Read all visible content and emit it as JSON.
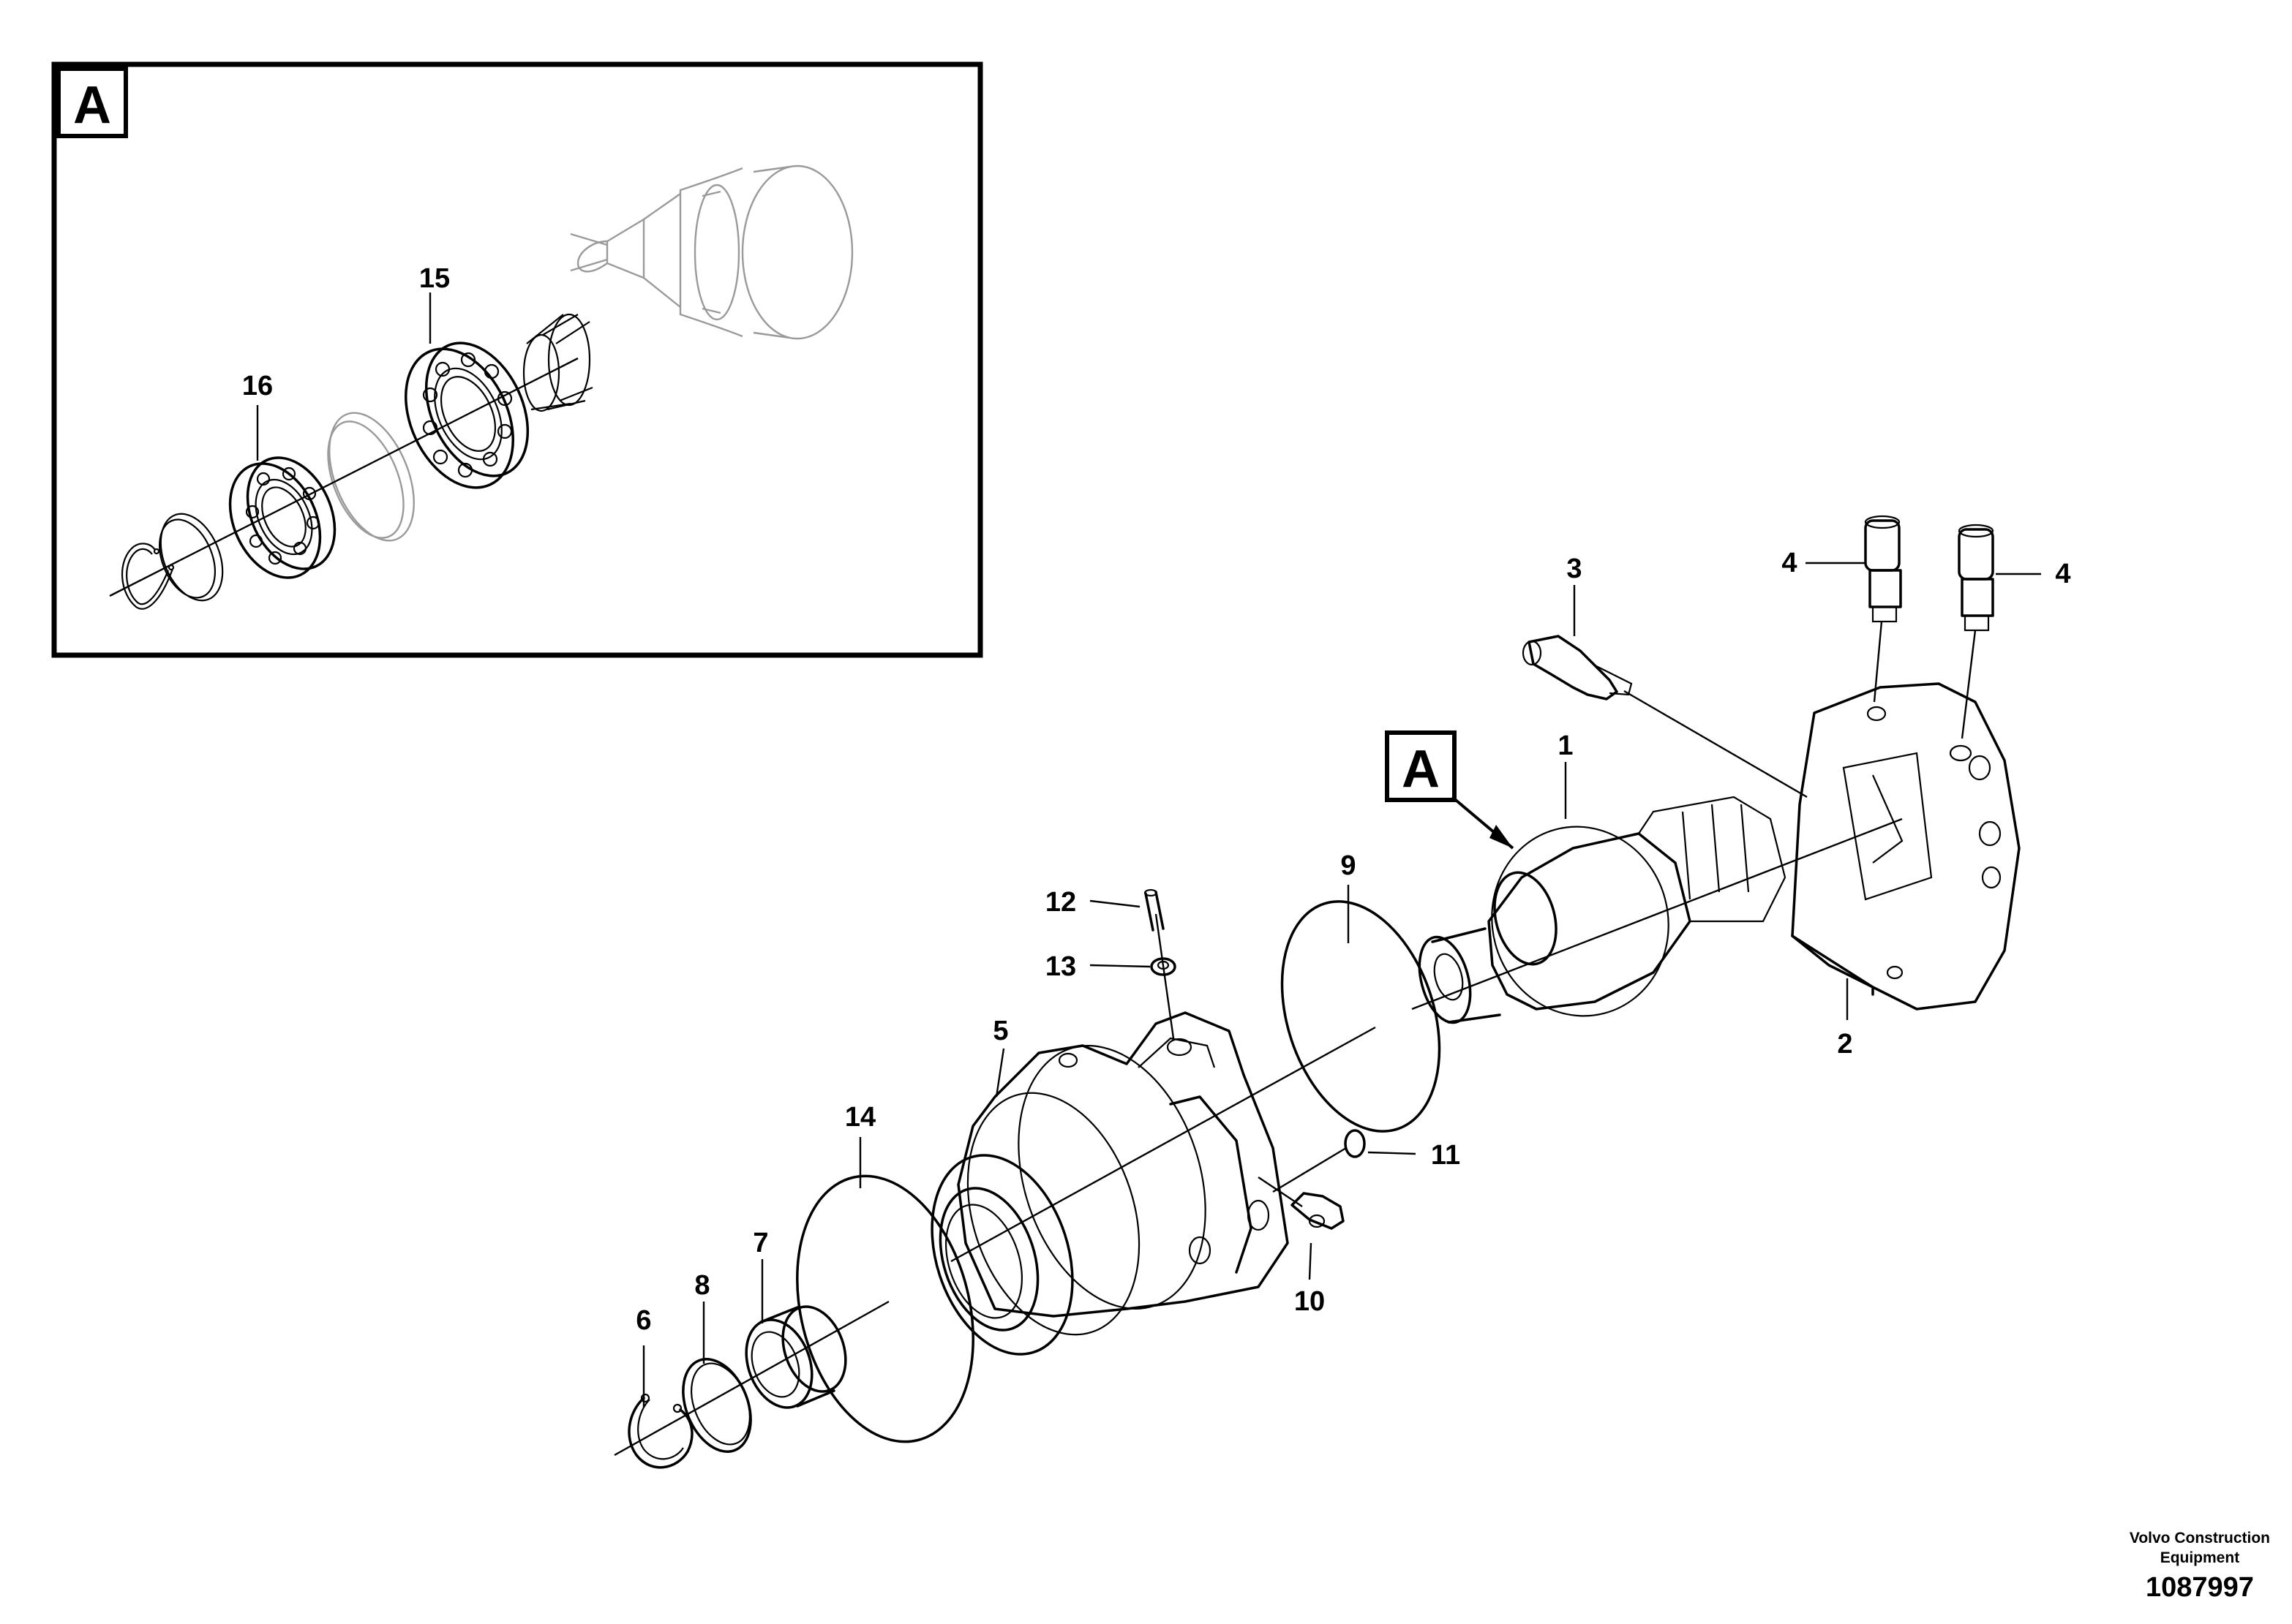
{
  "detail_box": {
    "label": "A"
  },
  "detail_callout": {
    "label": "A"
  },
  "part_numbers": {
    "p1": "1",
    "p2": "2",
    "p3": "3",
    "p4a": "4",
    "p4b": "4",
    "p5": "5",
    "p6": "6",
    "p7": "7",
    "p8": "8",
    "p9": "9",
    "p10": "10",
    "p11": "11",
    "p12": "12",
    "p13": "13",
    "p14": "14",
    "p15": "15",
    "p16": "16"
  },
  "footer": {
    "brand_line1": "Volvo Construction",
    "brand_line2": "Equipment",
    "doc_number": "1087997"
  }
}
